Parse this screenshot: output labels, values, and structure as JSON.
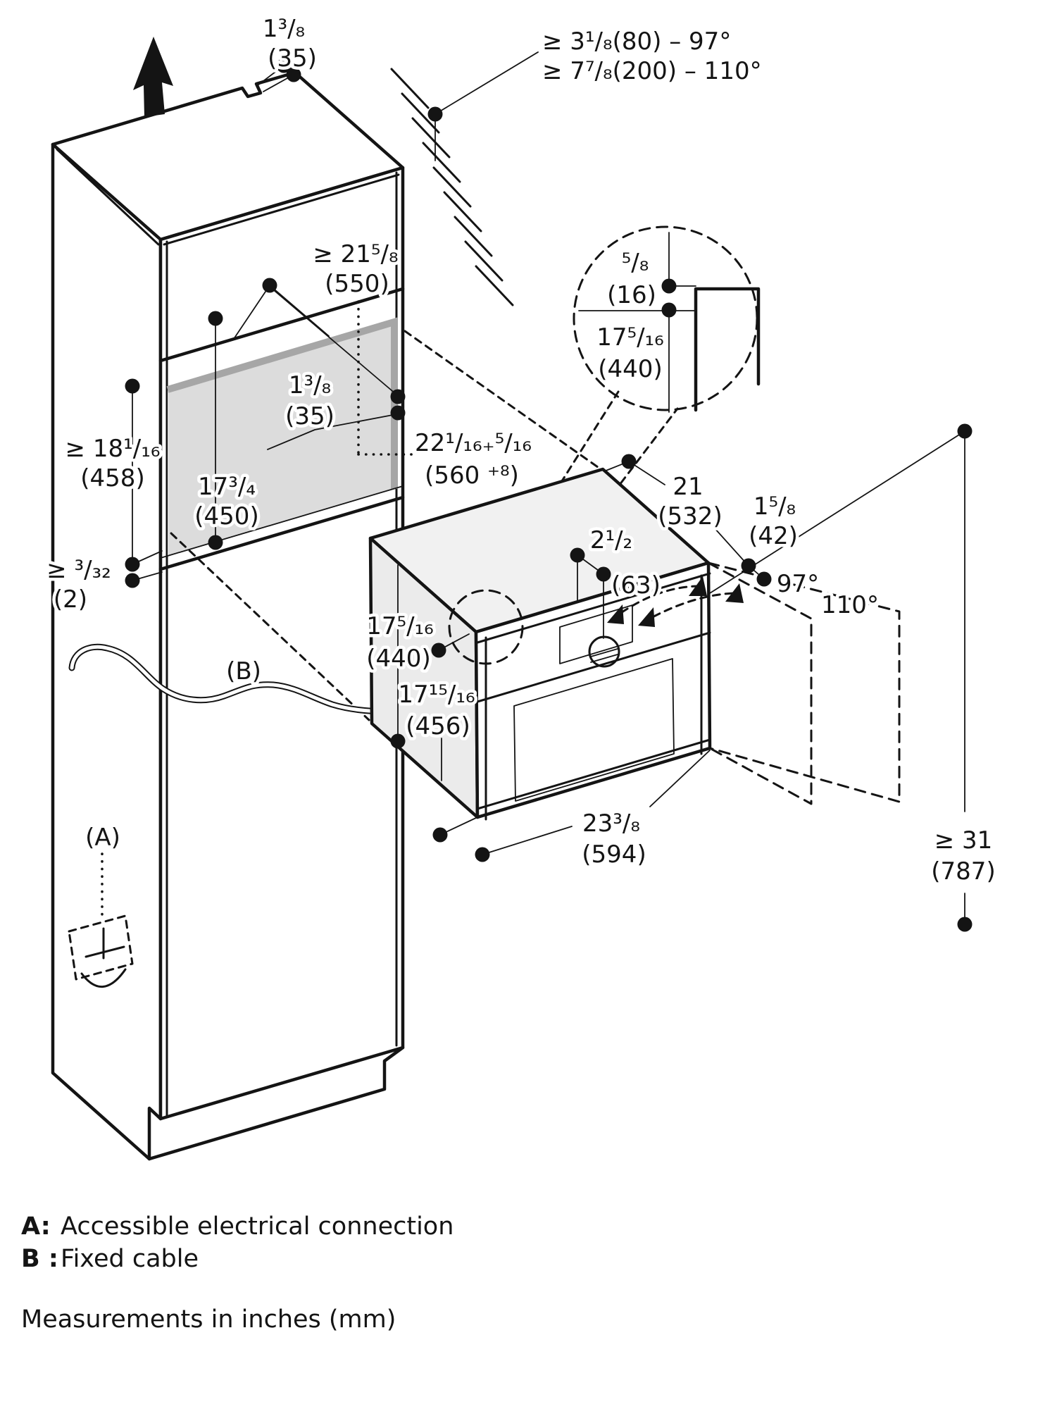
{
  "doc": {
    "type": "appliance installation diagram",
    "units_note": "Measurements in inches (mm)"
  },
  "labels": {
    "top_notch": {
      "l1": "1³/₈",
      "l2": "(35)"
    },
    "wall_clearance": {
      "l1": "≥ 3¹/₈(80) – 97°",
      "l2": "≥ 7⁷/₈(200) – 110°"
    },
    "niche_depth": {
      "l1": "≥ 21⁵/₈",
      "l2": "(550)"
    },
    "niche_gap": {
      "l1": "1³/₈",
      "l2": "(35)"
    },
    "niche_width": {
      "l1": "22¹/₁₆₊⁵/₁₆",
      "l2": "(560 ⁺⁸)"
    },
    "side_height": {
      "l1": "≥ 18¹/₁₆",
      "l2": "(458)"
    },
    "niche_height": {
      "l1": "17³/₄",
      "l2": "(450)"
    },
    "bottom_gap": {
      "l1": "≥ ³/₃₂",
      "l2": "(2)"
    },
    "detail_gap": {
      "l1": "⁵/₈",
      "l2": "(16)"
    },
    "detail_height": {
      "l1": "17⁵/₁₆",
      "l2": "(440)"
    },
    "oven_depth": {
      "l1": "21",
      "l2": "(532)"
    },
    "handle": {
      "l1": "1⁵/₈",
      "l2": "(42)"
    },
    "knob": {
      "l1": "2¹/₂",
      "l2": "(63)"
    },
    "oven_height": {
      "l1": "17⁵/₁₆",
      "l2": "(440)"
    },
    "oven_total": {
      "l1": "17¹⁵/₁₆",
      "l2": "(456)"
    },
    "oven_width": {
      "l1": "23³/₈",
      "l2": "(594)"
    },
    "floor": {
      "l1": "≥ 31",
      "l2": "(787)"
    },
    "angle_97": "97°",
    "angle_110": "110°",
    "ref_a": "(A)",
    "ref_b": "(B)"
  },
  "legend": {
    "a_key": "A:",
    "a_text": "Accessible electrical connection",
    "b_key": "B :",
    "b_text": "Fixed cable",
    "note": "Measurements in inches (mm)"
  },
  "colors": {
    "line": "#141414",
    "niche_fill": "#dcdcdc",
    "niche_band": "#a6a6a6",
    "oven_top_tint": "#f1f1f1",
    "oven_side_tint": "#ebebeb",
    "background": "#ffffff"
  }
}
